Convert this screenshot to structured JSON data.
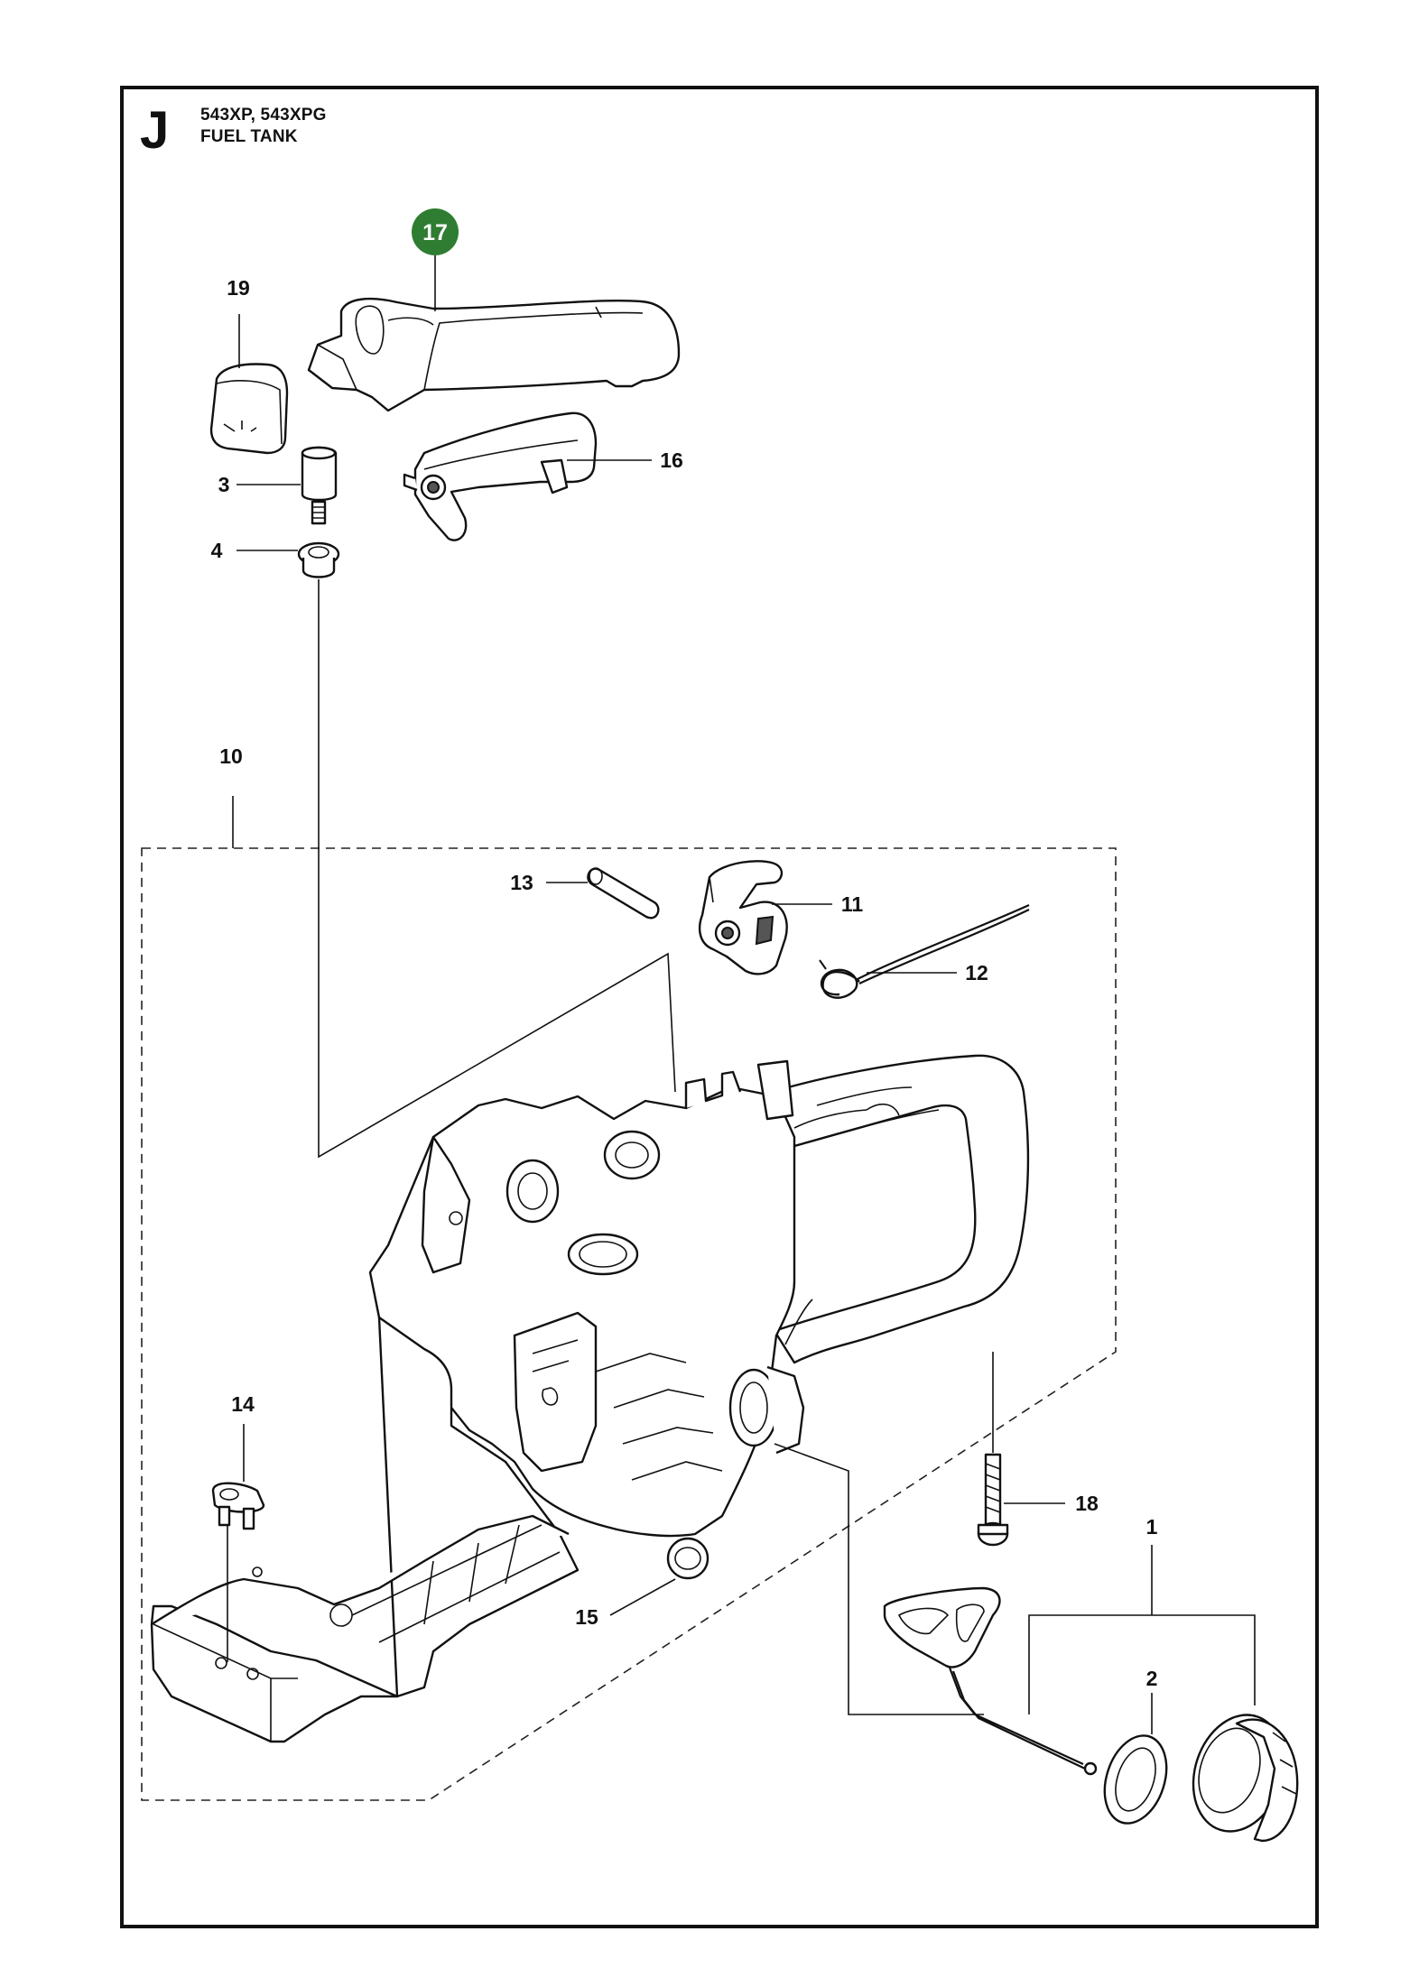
{
  "header": {
    "section_letter": "J",
    "model_line": "543XP, 543XPG",
    "assembly_name": "FUEL TANK"
  },
  "highlight_color": "#2e7d32",
  "callouts": [
    {
      "id": "17",
      "label": "17",
      "highlighted": true
    },
    {
      "id": "19",
      "label": "19"
    },
    {
      "id": "16",
      "label": "16"
    },
    {
      "id": "3",
      "label": "3"
    },
    {
      "id": "4",
      "label": "4"
    },
    {
      "id": "10",
      "label": "10"
    },
    {
      "id": "13",
      "label": "13"
    },
    {
      "id": "11",
      "label": "11"
    },
    {
      "id": "12",
      "label": "12"
    },
    {
      "id": "14",
      "label": "14"
    },
    {
      "id": "18",
      "label": "18"
    },
    {
      "id": "1",
      "label": "1"
    },
    {
      "id": "2",
      "label": "2"
    },
    {
      "id": "15",
      "label": "15"
    }
  ]
}
